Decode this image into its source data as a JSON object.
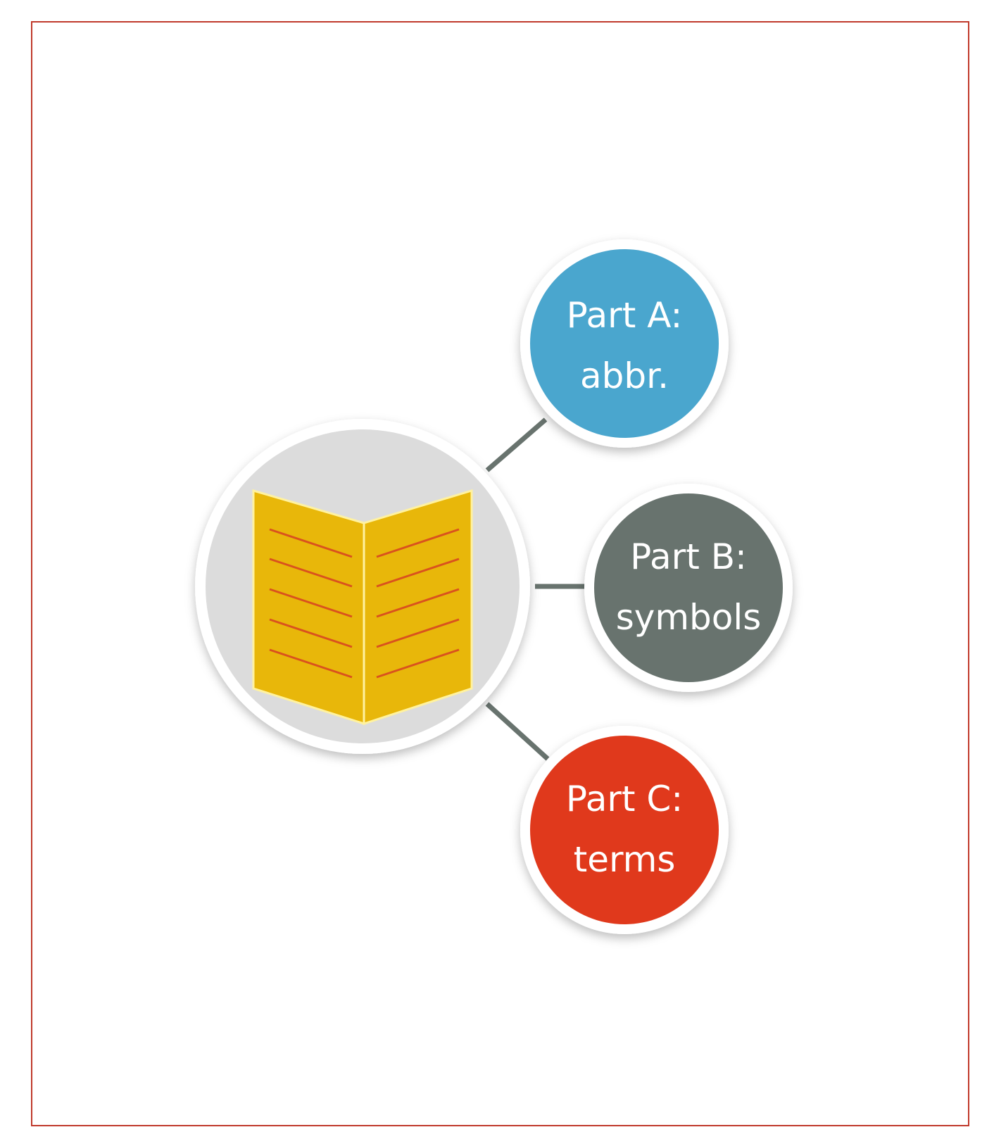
{
  "diagram": {
    "nodes": [
      {
        "id": "part-a",
        "line1": "Part A:",
        "line2": "abbr.",
        "color": "#4aa6ce"
      },
      {
        "id": "part-b",
        "line1": "Part B:",
        "line2": "symbols",
        "color": "#68736e"
      },
      {
        "id": "part-c",
        "line1": "Part C:",
        "line2": "terms",
        "color": "#e0391c"
      }
    ],
    "hub": {
      "icon": "open-book-icon",
      "circle_color": "#dcdcdc",
      "book_color": "#e8b70a",
      "line_color": "#d9521e"
    },
    "connector_color": "#68736e",
    "frame_color": "#c0392b"
  }
}
